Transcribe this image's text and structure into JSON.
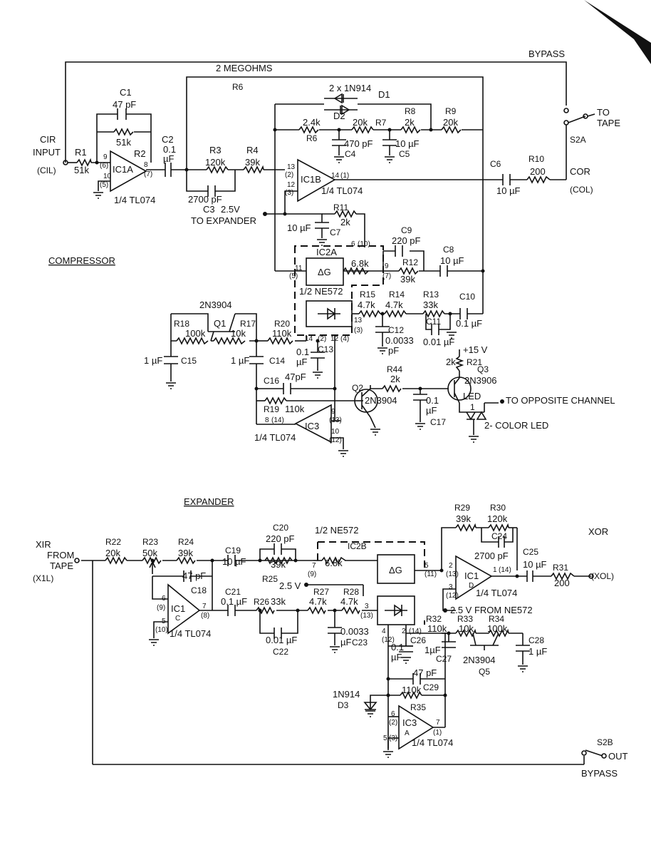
{
  "header": {
    "bypass_top": "BYPASS",
    "bypass_bottom": "BYPASS"
  },
  "sections": {
    "compressor": "COMPRESSOR",
    "expander": "EXPANDER"
  },
  "compressor": {
    "input": {
      "id": "CIR",
      "label": "INPUT",
      "alt": "(CIL)"
    },
    "output": {
      "id": "COR",
      "alt": "(COL)"
    },
    "to_tape": {
      "line1": "TO",
      "line2": "TAPE"
    },
    "switch": "S2A",
    "feedback": {
      "value": "2 MEGOHMS",
      "name": "R6"
    },
    "diodes": {
      "label": "2 x 1N914",
      "d1": "D1",
      "d2": "D2"
    },
    "R1": {
      "name": "R1",
      "value": "51k"
    },
    "C1": {
      "name": "C1",
      "value": "47 pF"
    },
    "R2": {
      "name": "R2",
      "value": "51k"
    },
    "C2": {
      "name": "C2",
      "value": "0.1",
      "unit": "µF"
    },
    "IC1A": {
      "name": "IC1A",
      "part": "1/4 TL074",
      "pins": [
        "9",
        "(6)",
        "10",
        "(5)",
        "8",
        "(7)"
      ]
    },
    "R3": {
      "name": "R3",
      "value": "120k"
    },
    "R4": {
      "name": "R4",
      "value": "39k"
    },
    "C3": {
      "name": "C3",
      "value": "2700 pF"
    },
    "v25": {
      "value": "2.5V",
      "note": "TO EXPANDER"
    },
    "IC1B": {
      "name": "IC1B",
      "part": "1/4 TL074",
      "pins": [
        "13",
        "(2)",
        "12",
        "(3)",
        "14",
        "(1)"
      ]
    },
    "R6b": {
      "name": "R6",
      "value": "2.4k"
    },
    "R7": {
      "name": "R7",
      "value": "20k"
    },
    "C4": {
      "name": "C4",
      "value": "470 pF"
    },
    "R8": {
      "name": "R8",
      "value": "2k"
    },
    "C5": {
      "name": "C5",
      "value": "10 µF"
    },
    "R9": {
      "name": "R9",
      "value": "20k"
    },
    "C6": {
      "name": "C6",
      "value": "10 µF"
    },
    "R10": {
      "name": "R10",
      "value": "200"
    },
    "R11": {
      "name": "R11",
      "value": "2k"
    },
    "C7": {
      "name": "C7",
      "value": "10 µF"
    },
    "IC2A": {
      "name": "IC2A",
      "part": "1/2 NE572",
      "block": "ΔG",
      "pins": [
        "6",
        "(10)",
        "11",
        "(5)",
        "9",
        "(7)",
        "14",
        "(2)",
        "12",
        "(4)",
        "13",
        "(3)"
      ]
    },
    "R_dg": {
      "value": "6.8k"
    },
    "C9": {
      "name": "C9",
      "value": "220 pF"
    },
    "R12": {
      "name": "R12",
      "value": "39k"
    },
    "C8": {
      "name": "C8",
      "value": "10 µF"
    },
    "R15": {
      "name": "R15",
      "value": "4.7k"
    },
    "R14": {
      "name": "R14",
      "value": "4.7k"
    },
    "R13": {
      "name": "R13",
      "value": "33k"
    },
    "C10": {
      "name": "C10",
      "value": "0.1 µF"
    },
    "C11": {
      "name": "C11",
      "value": "0.01 µF"
    },
    "C12": {
      "name": "C12",
      "value": "0.0033",
      "unit": "pF"
    },
    "Q1": {
      "name": "Q1",
      "part": "2N3904"
    },
    "R18": {
      "name": "R18",
      "value": "100k"
    },
    "R17": {
      "name": "R17",
      "value": "10k"
    },
    "R20": {
      "name": "R20",
      "value": "110k"
    },
    "C15": {
      "name": "C15",
      "value": "1 µF"
    },
    "C14": {
      "name": "C14",
      "value": "1 µF"
    },
    "C13": {
      "name": "C13",
      "value": "0.1",
      "unit": "µF"
    },
    "C16": {
      "name": "C16",
      "value": "47pF"
    },
    "R19": {
      "name": "R19",
      "value": "110k"
    },
    "IC3": {
      "name": "IC3",
      "part": "1/4 TL074",
      "pins": [
        "8",
        "(14)",
        "9",
        "(13)",
        "10",
        "(12)"
      ]
    },
    "Q2": {
      "name": "Q2",
      "part": "2N3904"
    },
    "R44": {
      "name": "R44",
      "value": "2k"
    },
    "C17": {
      "name": "C17",
      "value": "0.1",
      "unit": "µF"
    },
    "Q3": {
      "name": "Q3",
      "part": "2N3906"
    },
    "R21": {
      "name": "R21",
      "value": "2k"
    },
    "supply": "+15 V",
    "led": {
      "label": "LED",
      "pin": "1",
      "note": "TO OPPOSITE CHANNEL",
      "type": "2- COLOR LED"
    }
  },
  "expander": {
    "input": {
      "id": "XIR",
      "label1": "FROM",
      "label2": "TAPE",
      "alt": "(X1L)"
    },
    "output": {
      "id": "XOR",
      "alt": "(XOL)",
      "label": "OUT"
    },
    "switch": "S2B",
    "R22": {
      "name": "R22",
      "value": "20k"
    },
    "R23": {
      "name": "R23",
      "value": "50k"
    },
    "R24": {
      "name": "R24",
      "value": "39k"
    },
    "C18": {
      "name": "C18",
      "value": "47 pF"
    },
    "IC1C": {
      "name": "IC1",
      "sub": "C",
      "part": "1/4 TL074",
      "pins": [
        "6",
        "(9)",
        "5",
        "(10)",
        "7",
        "(8)"
      ]
    },
    "C19": {
      "name": "C19",
      "value": "10 µF"
    },
    "C20": {
      "name": "C20",
      "value": "220 pF"
    },
    "R25": {
      "name": "R25",
      "value": "39k"
    },
    "C21": {
      "name": "C21",
      "value": "0.1 µF"
    },
    "R26": {
      "name": "R26",
      "value": "33k"
    },
    "C22": {
      "name": "C22",
      "value": "0.01 µF"
    },
    "IC2B": {
      "name": "IC2B",
      "part": "1/2 NE572",
      "block": "ΔG",
      "pins": [
        "7",
        "(9)",
        "5",
        "(11)",
        "3",
        "(13)",
        "4",
        "(12)",
        "2",
        "(14)"
      ]
    },
    "R_dg": {
      "value": "6.8k"
    },
    "v25": "2.5 V",
    "R27": {
      "name": "R27",
      "value": "4.7k"
    },
    "R28": {
      "name": "R28",
      "value": "4.7k"
    },
    "C23": {
      "name": "C23",
      "value": "0.0033",
      "unit": "µF"
    },
    "C_x": {
      "value": "0.1",
      "unit": "µF"
    },
    "R29": {
      "name": "R29",
      "value": "39k"
    },
    "R30": {
      "name": "R30",
      "value": "120k"
    },
    "C24": {
      "name": "C24",
      "value": "2700 pF"
    },
    "IC1D": {
      "name": "IC1",
      "sub": "D",
      "part": "1/4 TL074",
      "pins": [
        "2",
        "(13)",
        "3",
        "(12)",
        "1",
        "(14)"
      ]
    },
    "v25_note": "2.5 V FROM NE572",
    "C25": {
      "name": "C25",
      "value": "10 µF"
    },
    "R31": {
      "name": "R31",
      "value": "200"
    },
    "R32": {
      "name": "R32",
      "value": "110k"
    },
    "C26": {
      "name": "C26",
      "value": "1µF"
    },
    "C27": {
      "name": "C27"
    },
    "R33": {
      "name": "R33",
      "value": "10k"
    },
    "R34": {
      "name": "R34",
      "value": "100k"
    },
    "Q5": {
      "name": "Q5",
      "part": "2N3904"
    },
    "C28": {
      "name": "C28",
      "value": "1 µF"
    },
    "C29": {
      "name": "C29",
      "value": "47 pF"
    },
    "R35": {
      "name": "R35",
      "value": "110k"
    },
    "D3": {
      "name": "D3",
      "part": "1N914"
    },
    "IC3A": {
      "name": "IC3",
      "sub": "A",
      "part": "1/4 TL074",
      "pins": [
        "6",
        "(2)",
        "5",
        "(3)",
        "7",
        "(1)"
      ]
    }
  }
}
